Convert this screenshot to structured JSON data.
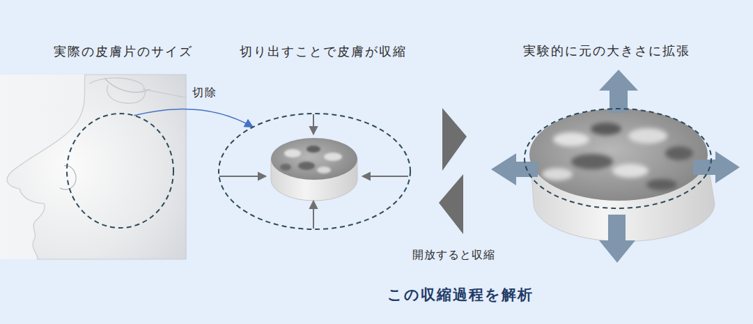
{
  "diagram": {
    "caption": "この収縮過程を解析",
    "nodes": [
      {
        "text": [
          "実際の皮膚片のサイズ"
        ]
      },
      {
        "text": [
          "切り出すことで皮膚が収縮"
        ]
      },
      {
        "text": [
          "実験的に元の大きさに拡張"
        ]
      }
    ],
    "edges": [
      {
        "from": 0,
        "to": 1,
        "arrow": "to",
        "label": "切除"
      }
    ],
    "labels": [
      "開放すると収縮"
    ]
  }
}
